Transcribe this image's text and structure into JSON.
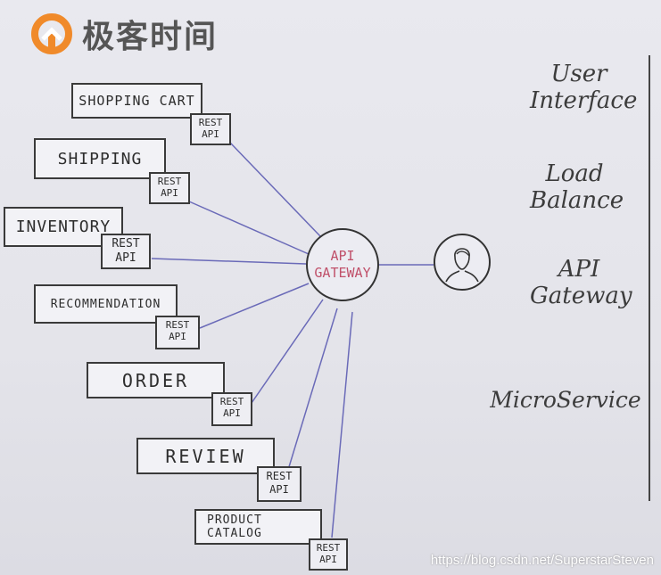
{
  "logo": {
    "text": "极客时间"
  },
  "services": [
    {
      "label": "SHOPPING CART"
    },
    {
      "label": "SHIPPING"
    },
    {
      "label": "INVENTORY"
    },
    {
      "label": "RECOMMENDATION"
    },
    {
      "label": "ORDER"
    },
    {
      "label": "REVIEW"
    },
    {
      "label": "PRODUCT CATALOG",
      "lines": [
        "PRODUCT",
        "CATALOG"
      ]
    }
  ],
  "rest_api": {
    "line1": "REST",
    "line2": "API"
  },
  "gateway": {
    "line1": "API",
    "line2": "GATEWAY"
  },
  "layers": [
    {
      "line1": "User",
      "line2": "Interface"
    },
    {
      "line1": "Load",
      "line2": "Balance"
    },
    {
      "line1": "API",
      "line2": "Gateway"
    },
    {
      "line1": "MicroService"
    }
  ],
  "watermark": "https://blog.csdn.net/SuperstarSteven",
  "colors": {
    "wire": "#6a6ab8",
    "gateway_text": "#c0506a",
    "logo": "#f08a2a"
  }
}
